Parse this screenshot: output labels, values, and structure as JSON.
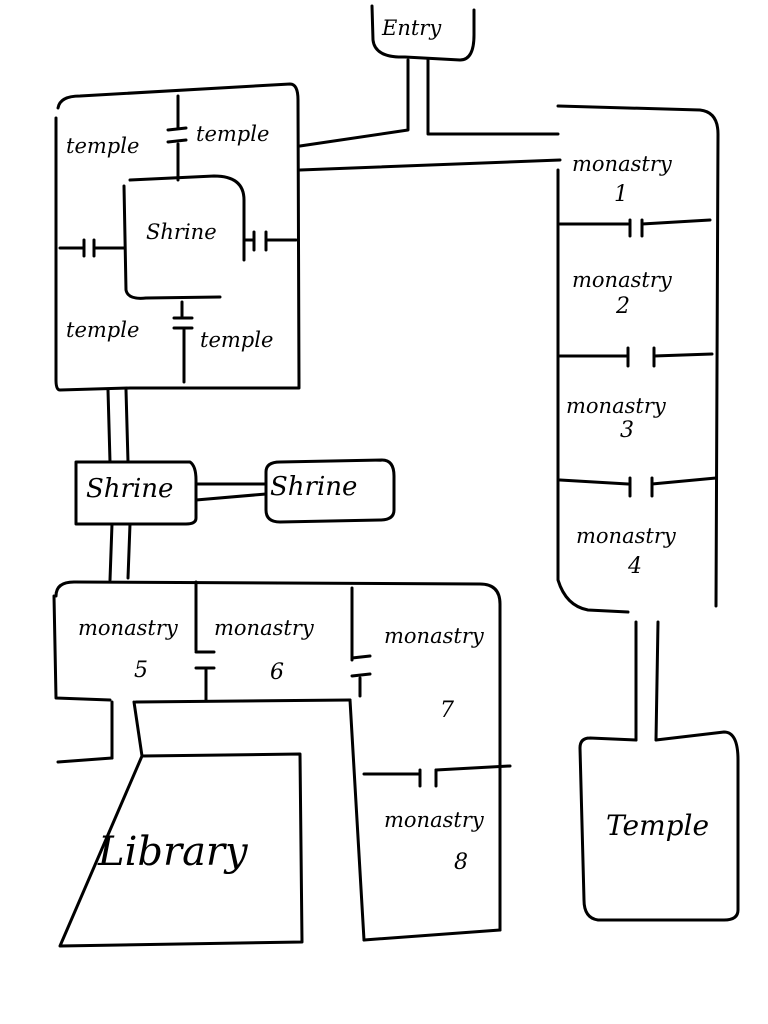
{
  "entry": "Entry",
  "north_temples": [
    "temple",
    "temple",
    "temple",
    "temple"
  ],
  "inner_shrine": "Shrine",
  "shrines": [
    "Shrine",
    "Shrine"
  ],
  "monasteries": [
    {
      "label": "monastry",
      "number": "1"
    },
    {
      "label": "monastry",
      "number": "2"
    },
    {
      "label": "monastry",
      "number": "3"
    },
    {
      "label": "monastry",
      "number": "4"
    },
    {
      "label": "monastry",
      "number": "5"
    },
    {
      "label": "monastry",
      "number": "6"
    },
    {
      "label": "monastry",
      "number": "7"
    },
    {
      "label": "monastry",
      "number": "8"
    }
  ],
  "library": "Library",
  "temple": "Temple"
}
